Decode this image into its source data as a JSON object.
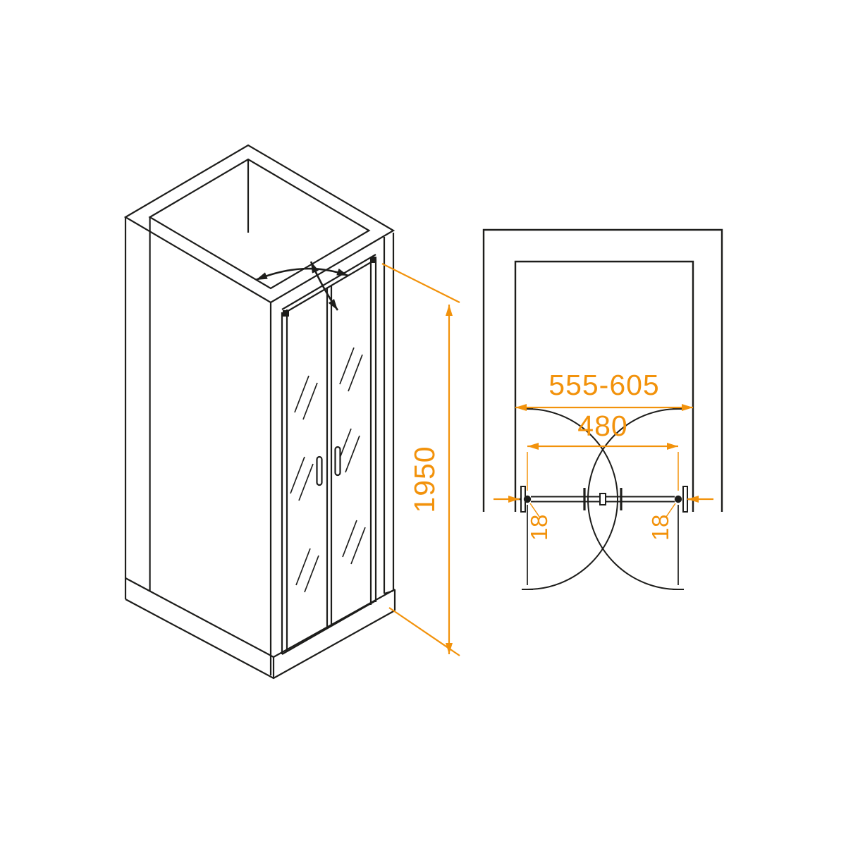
{
  "colors": {
    "line": "#1d1d1b",
    "dimension": "#F2920B"
  },
  "iso_view": {
    "height_label": "1950"
  },
  "plan_view": {
    "width_range_label": "555-605",
    "opening_label": "480",
    "left_gap_label": "18",
    "right_gap_label": "18"
  }
}
